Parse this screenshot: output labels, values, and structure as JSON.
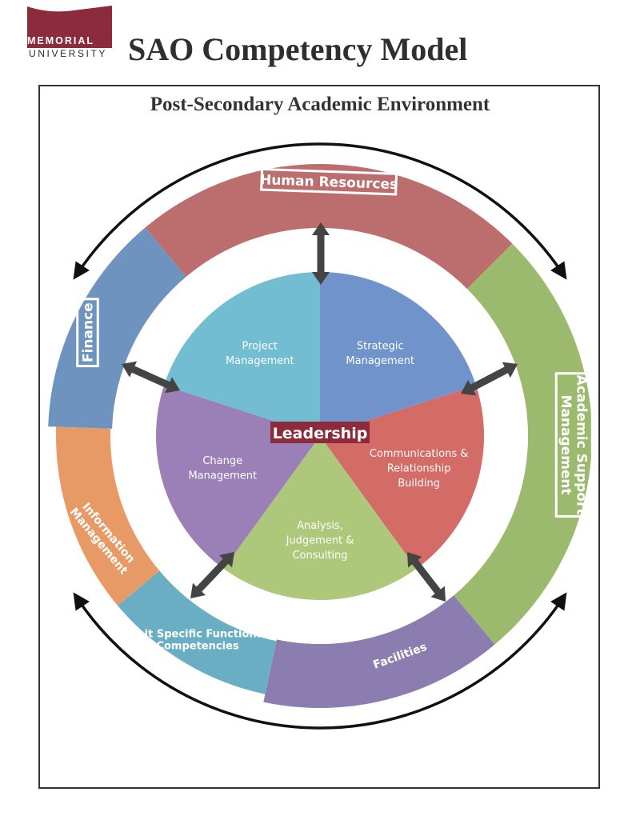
{
  "logo": {
    "name": "MEMORIAL",
    "subname": "UNIVERSITY",
    "color": "#8c2b3b"
  },
  "title": "SAO Competency Model",
  "environment": "Post-Secondary Academic Environment",
  "outer_ring": [
    {
      "id": "human-resources",
      "lines": [
        "Human Resources"
      ],
      "color": "#bc6d6d",
      "boxed": true
    },
    {
      "id": "academic-support",
      "lines": [
        "Academic Support",
        "Management"
      ],
      "color": "#9cba6d",
      "boxed": true
    },
    {
      "id": "facilities",
      "lines": [
        "Facilities"
      ],
      "color": "#8c7db0",
      "boxed": false
    },
    {
      "id": "unit-specific",
      "lines": [
        "Unit Specific Functions/",
        "Competencies"
      ],
      "color": "#6aaec3",
      "boxed": false
    },
    {
      "id": "information-management",
      "lines": [
        "Information",
        "Management"
      ],
      "color": "#e89a66",
      "boxed": false
    },
    {
      "id": "finance",
      "lines": [
        "Finance"
      ],
      "color": "#6f93bf",
      "boxed": true
    }
  ],
  "inner_wheel": [
    {
      "id": "strategic-management",
      "lines": [
        "Strategic",
        "Management"
      ],
      "color": "#7193cc"
    },
    {
      "id": "communications",
      "lines": [
        "Communications &",
        "Relationship",
        "Building"
      ],
      "color": "#d36b67"
    },
    {
      "id": "analysis",
      "lines": [
        "Analysis,",
        "Judgement &",
        "Consulting"
      ],
      "color": "#adc77b"
    },
    {
      "id": "change-management",
      "lines": [
        "Change",
        "Management"
      ],
      "color": "#9b80b8"
    },
    {
      "id": "project-management",
      "lines": [
        "Project",
        "Management"
      ],
      "color": "#72bdd2"
    }
  ],
  "center": {
    "label": "Leadership",
    "color": "#8c2b3b"
  },
  "arrow_color": "#444444",
  "cycle_arrow_color": "#111111"
}
